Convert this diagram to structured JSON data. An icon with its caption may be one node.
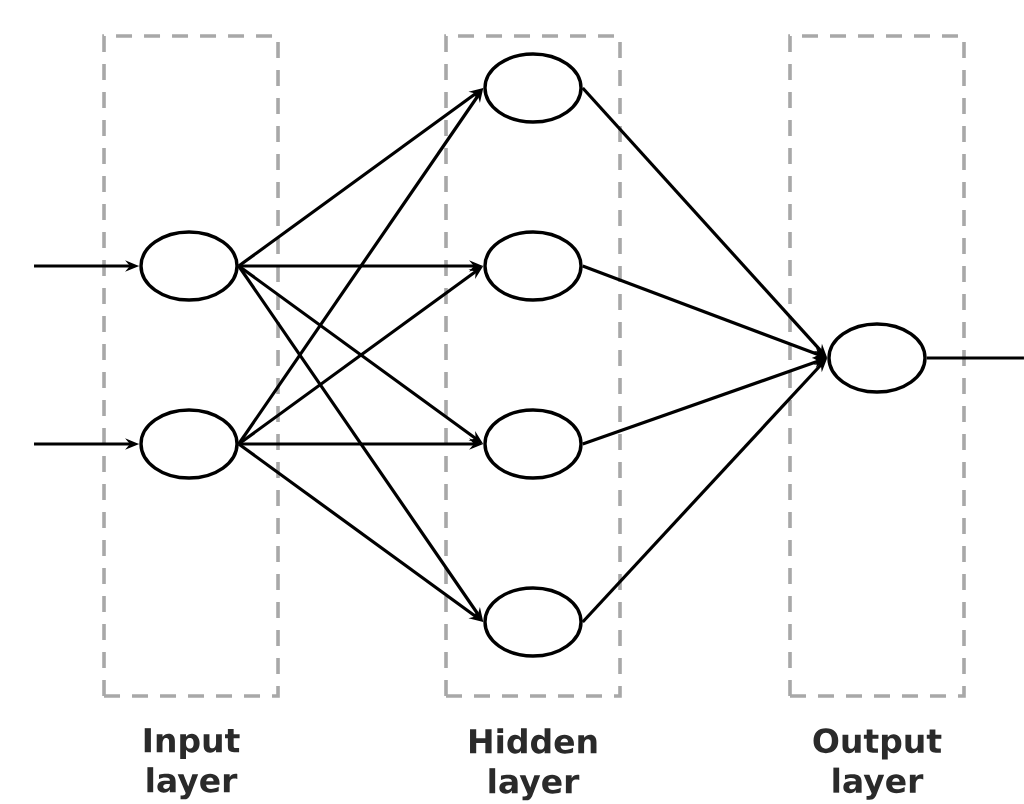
{
  "diagram": {
    "nodes": [
      {
        "text": [
          "Input layer"
        ]
      },
      {
        "text": [],
        "shape": "circle",
        "in": 0
      },
      {
        "text": [],
        "shape": "circle",
        "in": 0
      },
      {
        "text": [
          "Hidden layer"
        ]
      },
      {
        "text": [],
        "shape": "circle",
        "in": 3
      },
      {
        "text": [],
        "shape": "circle",
        "in": 3
      },
      {
        "text": [],
        "shape": "circle",
        "in": 3
      },
      {
        "text": [],
        "shape": "circle",
        "in": 3
      },
      {
        "text": [
          "Output layer"
        ]
      },
      {
        "text": [],
        "shape": "circle",
        "in": 8
      }
    ],
    "edges": [
      {
        "from": null,
        "to": 1,
        "arrow": "to"
      },
      {
        "from": null,
        "to": 2,
        "arrow": "to"
      },
      {
        "from": 1,
        "to": 4,
        "arrow": "to"
      },
      {
        "from": 1,
        "to": 5,
        "arrow": "to"
      },
      {
        "from": 1,
        "to": 6,
        "arrow": "to"
      },
      {
        "from": 1,
        "to": 7,
        "arrow": "to"
      },
      {
        "from": 2,
        "to": 4,
        "arrow": "to"
      },
      {
        "from": 2,
        "to": 5,
        "arrow": "to"
      },
      {
        "from": 2,
        "to": 6,
        "arrow": "to"
      },
      {
        "from": 2,
        "to": 7,
        "arrow": "to"
      },
      {
        "from": 4,
        "to": 9,
        "arrow": "to"
      },
      {
        "from": 5,
        "to": 9,
        "arrow": "to"
      },
      {
        "from": 6,
        "to": 9,
        "arrow": "to"
      },
      {
        "from": 7,
        "to": 9,
        "arrow": "to"
      },
      {
        "from": 9,
        "to": null,
        "arrow": "none"
      }
    ]
  }
}
